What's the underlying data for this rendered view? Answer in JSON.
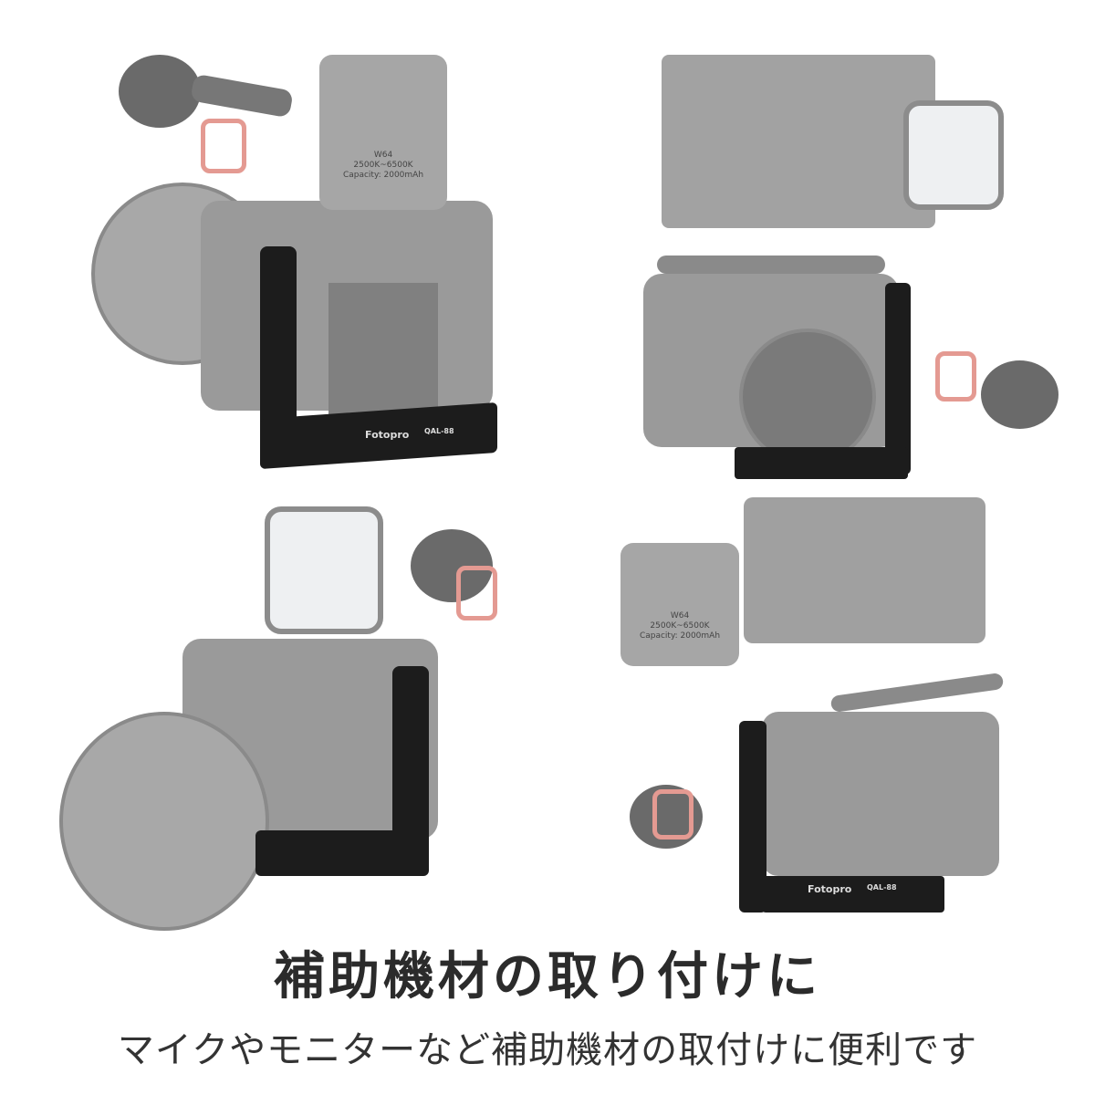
{
  "headline": "補助機材の取り付けに",
  "subheadline": "マイクやモニターなど補助機材の取付けに便利です",
  "bracket_labels": {
    "brand": "Fotopro",
    "model": "QAL-88"
  },
  "light_panel": {
    "model": "W64",
    "temp": "2500K~6500K",
    "capacity": "Capacity: 2000mAh"
  },
  "colors": {
    "bracket": "#1c1c1c",
    "accent_red": "#e49a92",
    "text": "#2b2b2b"
  }
}
